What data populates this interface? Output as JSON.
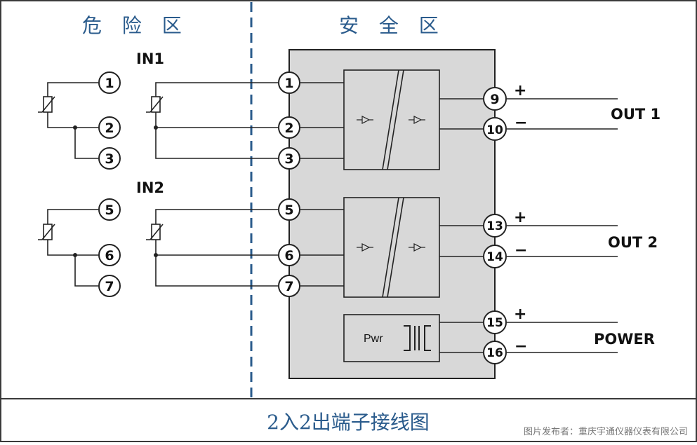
{
  "zones": {
    "hazardous_title": "危 险 区",
    "safe_title": "安 全 区"
  },
  "inputs": {
    "in1_label": "IN1",
    "in2_label": "IN2"
  },
  "terminals": {
    "left": [
      "1",
      "2",
      "3",
      "5",
      "6",
      "7"
    ],
    "module_in": [
      "1",
      "2",
      "3",
      "5",
      "6",
      "7"
    ],
    "module_out": [
      "9",
      "10",
      "13",
      "14",
      "15",
      "16"
    ]
  },
  "signs": {
    "plus": "+",
    "minus": "−"
  },
  "outputs": {
    "out1_label": "OUT 1",
    "out2_label": "OUT 2",
    "power_label": "POWER"
  },
  "module": {
    "pwr_label": "Pwr"
  },
  "footer": {
    "caption": "2入2出端子接线图",
    "credit": "图片发布者：重庆宇通仪器仪表有限公司"
  },
  "colors": {
    "border": "#3a3a3a",
    "accent_blue": "#2a5b8c",
    "module_fill": "#d8d8d8",
    "line": "#222222"
  }
}
